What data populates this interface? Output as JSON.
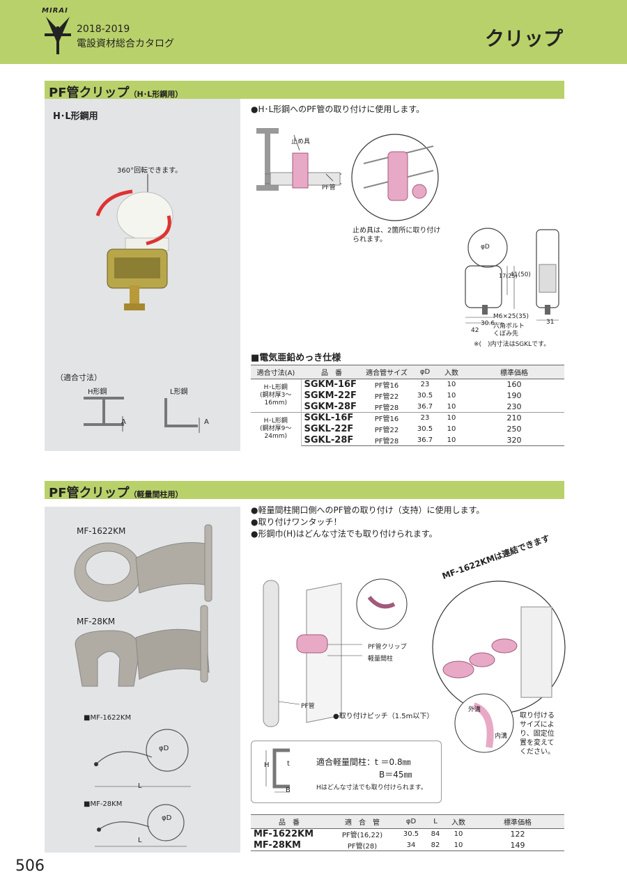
{
  "header": {
    "brand": "MIRAI",
    "years": "2018-2019",
    "catalog": "電設資材総合カタログ",
    "title": "クリップ"
  },
  "section1": {
    "title": "PF管クリップ",
    "subtitle": "（H･L形鋼用）",
    "panel_label": "H･L形鋼用",
    "rotate_note": "360°回転できます。",
    "fit_label": "（適合寸法）",
    "h_label": "H形鋼",
    "l_label": "L形鋼",
    "a_label": "A",
    "a_label2": "A",
    "bullet": "●H･L形鋼へのPF管の取り付けに使用します。",
    "diagram_stopper": "止め具",
    "diagram_pf": "PF管",
    "stopper_note1": "止め具は、2箇所に取り付け",
    "stopper_note2": "られます。",
    "dim_d": "φD",
    "dim_17": "17(25)",
    "dim_41": "41(50)",
    "dim_bolt1": "M6×25(35)",
    "dim_bolt2": "六角ボルト",
    "dim_bolt3": "くぼみ先",
    "dim_30": "30.6",
    "dim_42": "42",
    "dim_31": "31",
    "dim_note": "※(　)内寸法はSGKLです。",
    "spec_heading": "■電気亜鉛めっき仕様",
    "table": {
      "headers": [
        "適合寸法(A)",
        "品　番",
        "適合管サイズ",
        "φD",
        "入数",
        "標準価格"
      ],
      "group1_app": [
        "H･L形鋼",
        "(鋼材厚3〜16mm)"
      ],
      "group2_app": [
        "H･L形鋼",
        "(鋼材厚9〜24mm)"
      ],
      "rows": [
        {
          "model": "SGKM-16F",
          "pipe": "PF管16",
          "d": "23",
          "qty": "10",
          "price": "160"
        },
        {
          "model": "SGKM-22F",
          "pipe": "PF管22",
          "d": "30.5",
          "qty": "10",
          "price": "190"
        },
        {
          "model": "SGKM-28F",
          "pipe": "PF管28",
          "d": "36.7",
          "qty": "10",
          "price": "230"
        },
        {
          "model": "SGKL-16F",
          "pipe": "PF管16",
          "d": "23",
          "qty": "10",
          "price": "210"
        },
        {
          "model": "SGKL-22F",
          "pipe": "PF管22",
          "d": "30.5",
          "qty": "10",
          "price": "250"
        },
        {
          "model": "SGKL-28F",
          "pipe": "PF管28",
          "d": "36.7",
          "qty": "10",
          "price": "320"
        }
      ]
    }
  },
  "section2": {
    "title": "PF管クリップ",
    "subtitle": "（軽量間柱用）",
    "prod1": "MF-1622KM",
    "prod2": "MF-28KM",
    "draw1": "■MF-1622KM",
    "draw2": "■MF-28KM",
    "draw_d": "φD",
    "draw_d2": "φD",
    "draw_l": "L",
    "draw_l2": "L",
    "bullets": [
      "●軽量間柱開口側へのPF管の取り付け（支持）に使用します。",
      "●取り付けワンタッチ！",
      "●形鋼巾(H)はどんな寸法でも取り付けられます。"
    ],
    "diag_clip": "PF管クリップ",
    "diag_stud": "軽量間柱",
    "diag_pf": "PF管",
    "diag_pitch": "●取り付けピッチ（1.5m以下）",
    "connect_note": "MF-1622KMは連結できます",
    "outer": "外溝",
    "inner": "内溝",
    "fit_note": [
      "取り付ける",
      "サイズによ",
      "り、固定位",
      "置を変えて",
      "ください。"
    ],
    "stud_h": "H",
    "stud_t": "t",
    "stud_b": "B",
    "stud_text1": "適合軽量間柱：t ＝0.8㎜",
    "stud_text2": "B＝45㎜",
    "stud_text3": "Hはどんな寸法でも取り付けられます。",
    "table": {
      "headers": [
        "品　番",
        "適　合　管",
        "φD",
        "L",
        "入数",
        "標準価格"
      ],
      "rows": [
        {
          "model": "MF-1622KM",
          "pipe": "PF管(16,22)",
          "d": "30.5",
          "l": "84",
          "qty": "10",
          "price": "122"
        },
        {
          "model": "MF-28KM",
          "pipe": "PF管(28)",
          "d": "34",
          "l": "82",
          "qty": "10",
          "price": "149"
        }
      ]
    }
  },
  "page_number": "506",
  "colors": {
    "accent": "#b9d16a",
    "panel": "#e3e4e6",
    "pink": "#e8a9c6"
  }
}
